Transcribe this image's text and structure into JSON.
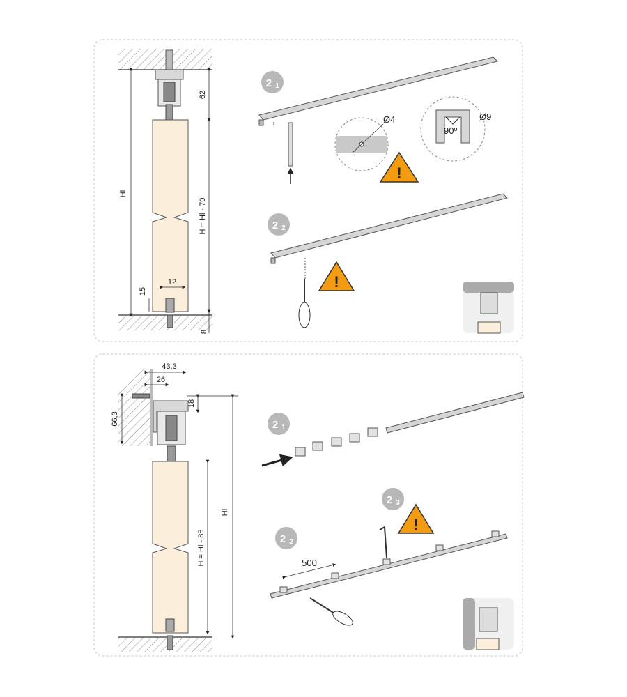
{
  "panel_top": {
    "dimensions": {
      "top_gap": "62",
      "total_height": "Hl",
      "door_height": "H = Hl - 70",
      "guide_width": "12",
      "guide_height": "15",
      "floor_gap": "8"
    },
    "steps": [
      {
        "major": "2",
        "minor": "1"
      },
      {
        "major": "2",
        "minor": "2"
      }
    ],
    "callouts": {
      "hole_diameter": "Ø4",
      "countersink_diameter": "Ø9",
      "countersink_angle": "90º"
    }
  },
  "panel_bottom": {
    "dimensions": {
      "offset_outer": "43,3",
      "offset_inner": "26",
      "bracket_height": "66,3",
      "bracket_gap": "18",
      "door_height": "H = Hl - 88",
      "total_height": "Hl",
      "bracket_spacing": "500"
    },
    "steps": [
      {
        "major": "2",
        "minor": "1"
      },
      {
        "major": "2",
        "minor": "2"
      },
      {
        "major": "2",
        "minor": "3"
      }
    ]
  },
  "colors": {
    "door": "#fbeedb",
    "warning": "#f39c12",
    "badge": "#b8b8b8",
    "rail": "#d6d6d6"
  }
}
